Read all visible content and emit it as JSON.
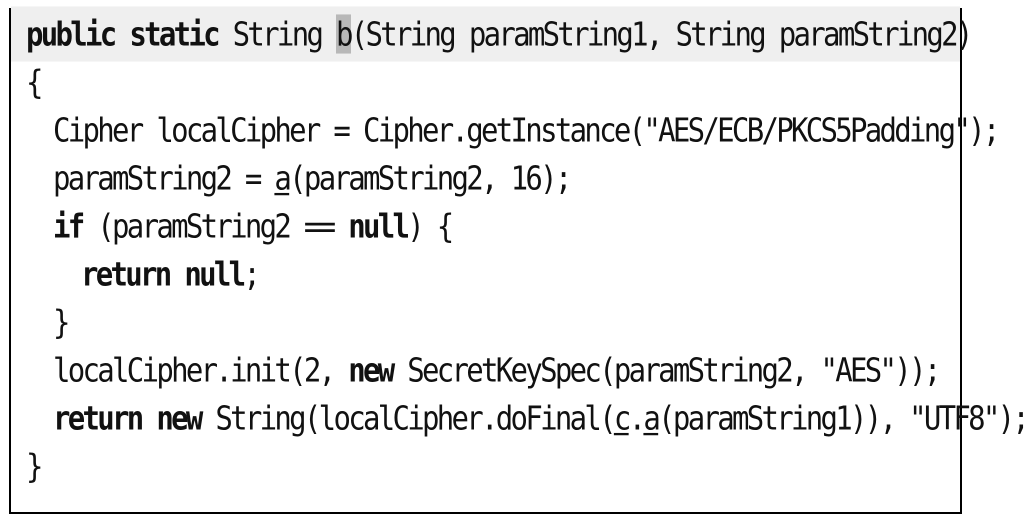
{
  "code": {
    "l1": {
      "kw_public": "public",
      "kw_static": "static",
      "type_string": "String",
      "method_b": "b",
      "rest": "(String paramString1, String paramString2)"
    },
    "l2": {
      "open_brace": "{"
    },
    "l3": {
      "text": "Cipher localCipher = Cipher.getInstance(\"AES/ECB/PKCS5Padding\");"
    },
    "l4": {
      "pre": "paramString2 = ",
      "method_a": "a",
      "post": "(paramString2, 16);"
    },
    "l5": {
      "kw_if": "if",
      "mid": " (paramString2 == ",
      "kw_null": "null",
      "post": ") {"
    },
    "l6": {
      "kw_return": "return",
      "kw_null": "null",
      "post": ";"
    },
    "l7": {
      "close_brace": "}"
    },
    "l8": {
      "pre": "localCipher.init(2, ",
      "kw_new": "new",
      "post": " SecretKeySpec(paramString2, \"AES\"));"
    },
    "l9": {
      "kw_return": "return",
      "kw_new": "new",
      "mid": " String(localCipher.doFinal(",
      "class_c": "c",
      "dot": ".",
      "method_a": "a",
      "post": "(paramString1)), \"UTF8\");"
    },
    "l10": {
      "close_brace": "}"
    }
  }
}
